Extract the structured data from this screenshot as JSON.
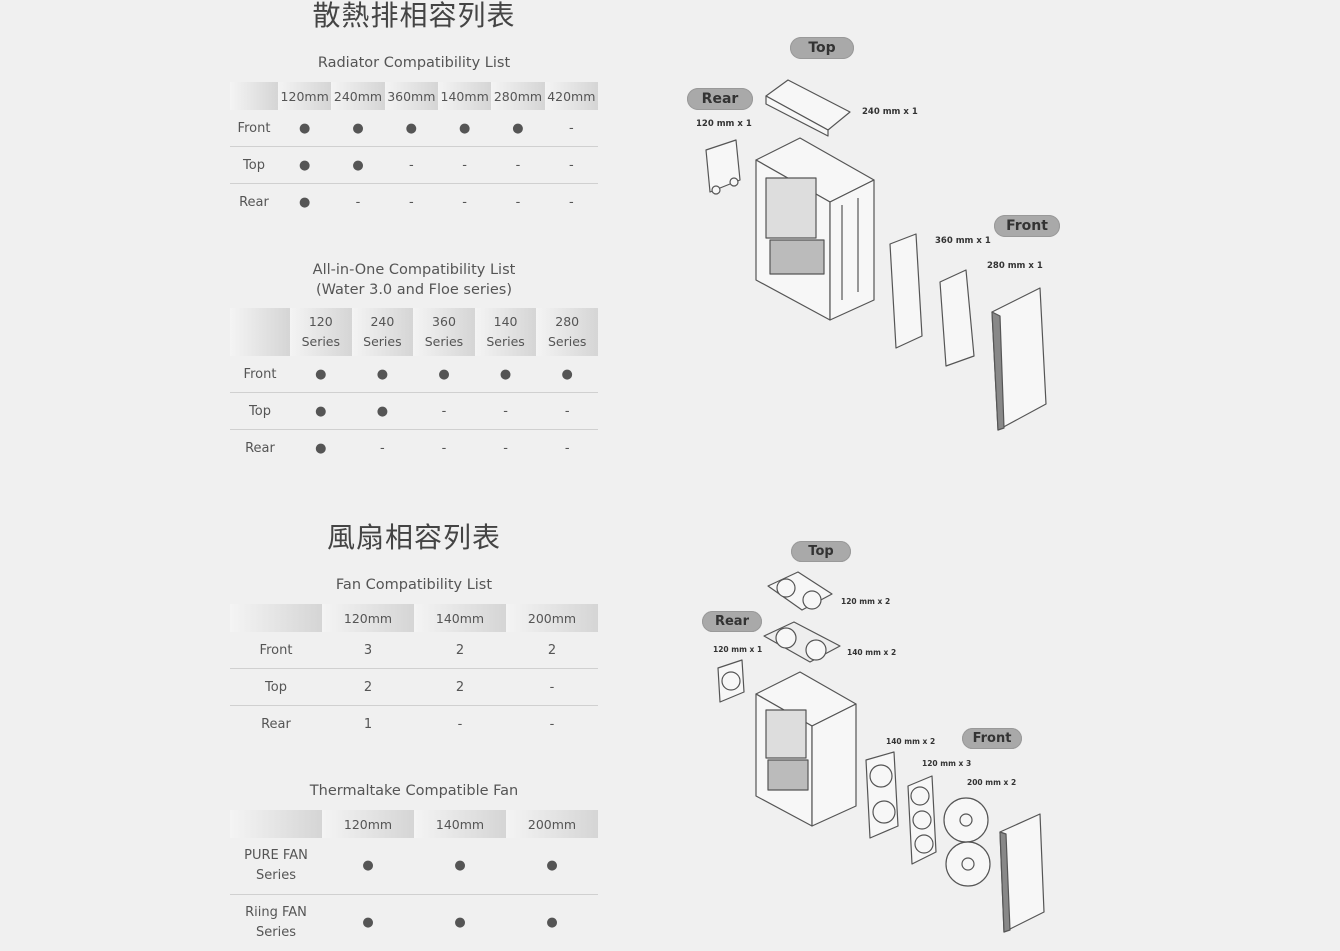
{
  "radiator": {
    "title_cn": "散熱排相容列表",
    "title_en": "Radiator Compatibility List",
    "headers": [
      "",
      "120mm",
      "240mm",
      "360mm",
      "140mm",
      "280mm",
      "420mm"
    ],
    "rows": [
      {
        "label": "Front",
        "cells": [
          "●",
          "●",
          "●",
          "●",
          "●",
          "-"
        ]
      },
      {
        "label": "Top",
        "cells": [
          "●",
          "●",
          "-",
          "-",
          "-",
          "-"
        ]
      },
      {
        "label": "Rear",
        "cells": [
          "●",
          "-",
          "-",
          "-",
          "-",
          "-"
        ]
      }
    ]
  },
  "aio": {
    "title_line1": "All-in-One Compatibility List",
    "title_line2": "(Water 3.0 and Floe series)",
    "headers": [
      {
        "l1": "",
        "l2": ""
      },
      {
        "l1": "120",
        "l2": "Series"
      },
      {
        "l1": "240",
        "l2": "Series"
      },
      {
        "l1": "360",
        "l2": "Series"
      },
      {
        "l1": "140",
        "l2": "Series"
      },
      {
        "l1": "280",
        "l2": "Series"
      }
    ],
    "rows": [
      {
        "label": "Front",
        "cells": [
          "●",
          "●",
          "●",
          "●",
          "●"
        ]
      },
      {
        "label": "Top",
        "cells": [
          "●",
          "●",
          "-",
          "-",
          "-"
        ]
      },
      {
        "label": "Rear",
        "cells": [
          "●",
          "-",
          "-",
          "-",
          "-"
        ]
      }
    ]
  },
  "fan": {
    "title_cn": "風扇相容列表",
    "title_en": "Fan Compatibility List",
    "headers": [
      "",
      "120mm",
      "140mm",
      "200mm"
    ],
    "rows": [
      {
        "label": "Front",
        "cells": [
          "3",
          "2",
          "2"
        ]
      },
      {
        "label": "Top",
        "cells": [
          "2",
          "2",
          "-"
        ]
      },
      {
        "label": "Rear",
        "cells": [
          "1",
          "-",
          "-"
        ]
      }
    ]
  },
  "tt_fan": {
    "title": "Thermaltake Compatible Fan",
    "headers": [
      "",
      "120mm",
      "140mm",
      "200mm"
    ],
    "rows": [
      {
        "label_l1": "PURE FAN",
        "label_l2": "Series",
        "cells": [
          "●",
          "●",
          "●"
        ]
      },
      {
        "label_l1": "Riing FAN",
        "label_l2": "Series",
        "cells": [
          "●",
          "●",
          "●"
        ]
      }
    ]
  },
  "radiator_diagram": {
    "top_label": "Top",
    "rear_label": "Rear",
    "front_label": "Front",
    "rear_dim": "120 mm x 1",
    "top_dim": "240 mm x 1",
    "front_dim_a": "360 mm x 1",
    "front_dim_b": "280 mm x 1"
  },
  "fan_diagram": {
    "top_label": "Top",
    "rear_label": "Rear",
    "front_label": "Front",
    "top_dim_a": "120 mm x 2",
    "top_dim_b": "140 mm x 2",
    "rear_dim": "120 mm x 1",
    "front_dim_a": "140 mm x 2",
    "front_dim_b": "120 mm x 3",
    "front_dim_c": "200 mm x 2"
  }
}
